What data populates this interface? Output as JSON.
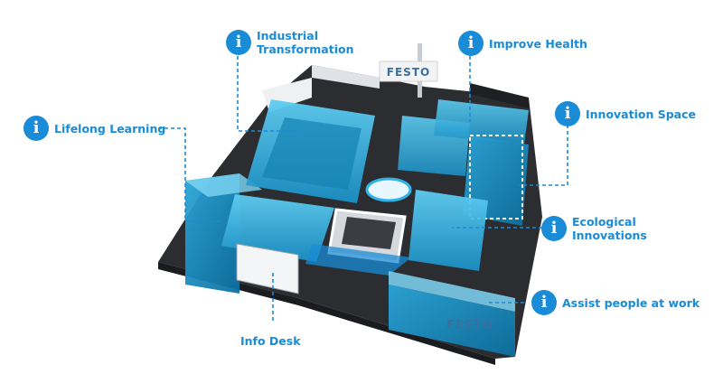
{
  "brand": {
    "name": "FESTO",
    "sign_text": "FESTO",
    "booth_text": "FESTO"
  },
  "colors": {
    "accent": "#1a8bd6",
    "glass": "#2fb3e6",
    "floor": "#2b2d31",
    "wall": "#e8eaed"
  },
  "icons": {
    "info": "info-icon"
  },
  "labels": [
    {
      "id": "industrial",
      "text": "Industrial Transformation",
      "lines": [
        "Industrial",
        "Transformation"
      ]
    },
    {
      "id": "health",
      "text": "Improve Health",
      "lines": [
        "Improve Health"
      ]
    },
    {
      "id": "lifelong",
      "text": "Lifelong Learning",
      "lines": [
        "Lifelong Learning"
      ]
    },
    {
      "id": "innovation",
      "text": "Innovation Space",
      "lines": [
        "Innovation Space"
      ]
    },
    {
      "id": "ecological",
      "text": "Ecological Innovations",
      "lines": [
        "Ecological",
        "Innovations"
      ]
    },
    {
      "id": "assist",
      "text": "Assist people at work",
      "lines": [
        "Assist people at work"
      ]
    },
    {
      "id": "infodesk",
      "text": "Info Desk",
      "lines": [
        "Info Desk"
      ]
    }
  ]
}
